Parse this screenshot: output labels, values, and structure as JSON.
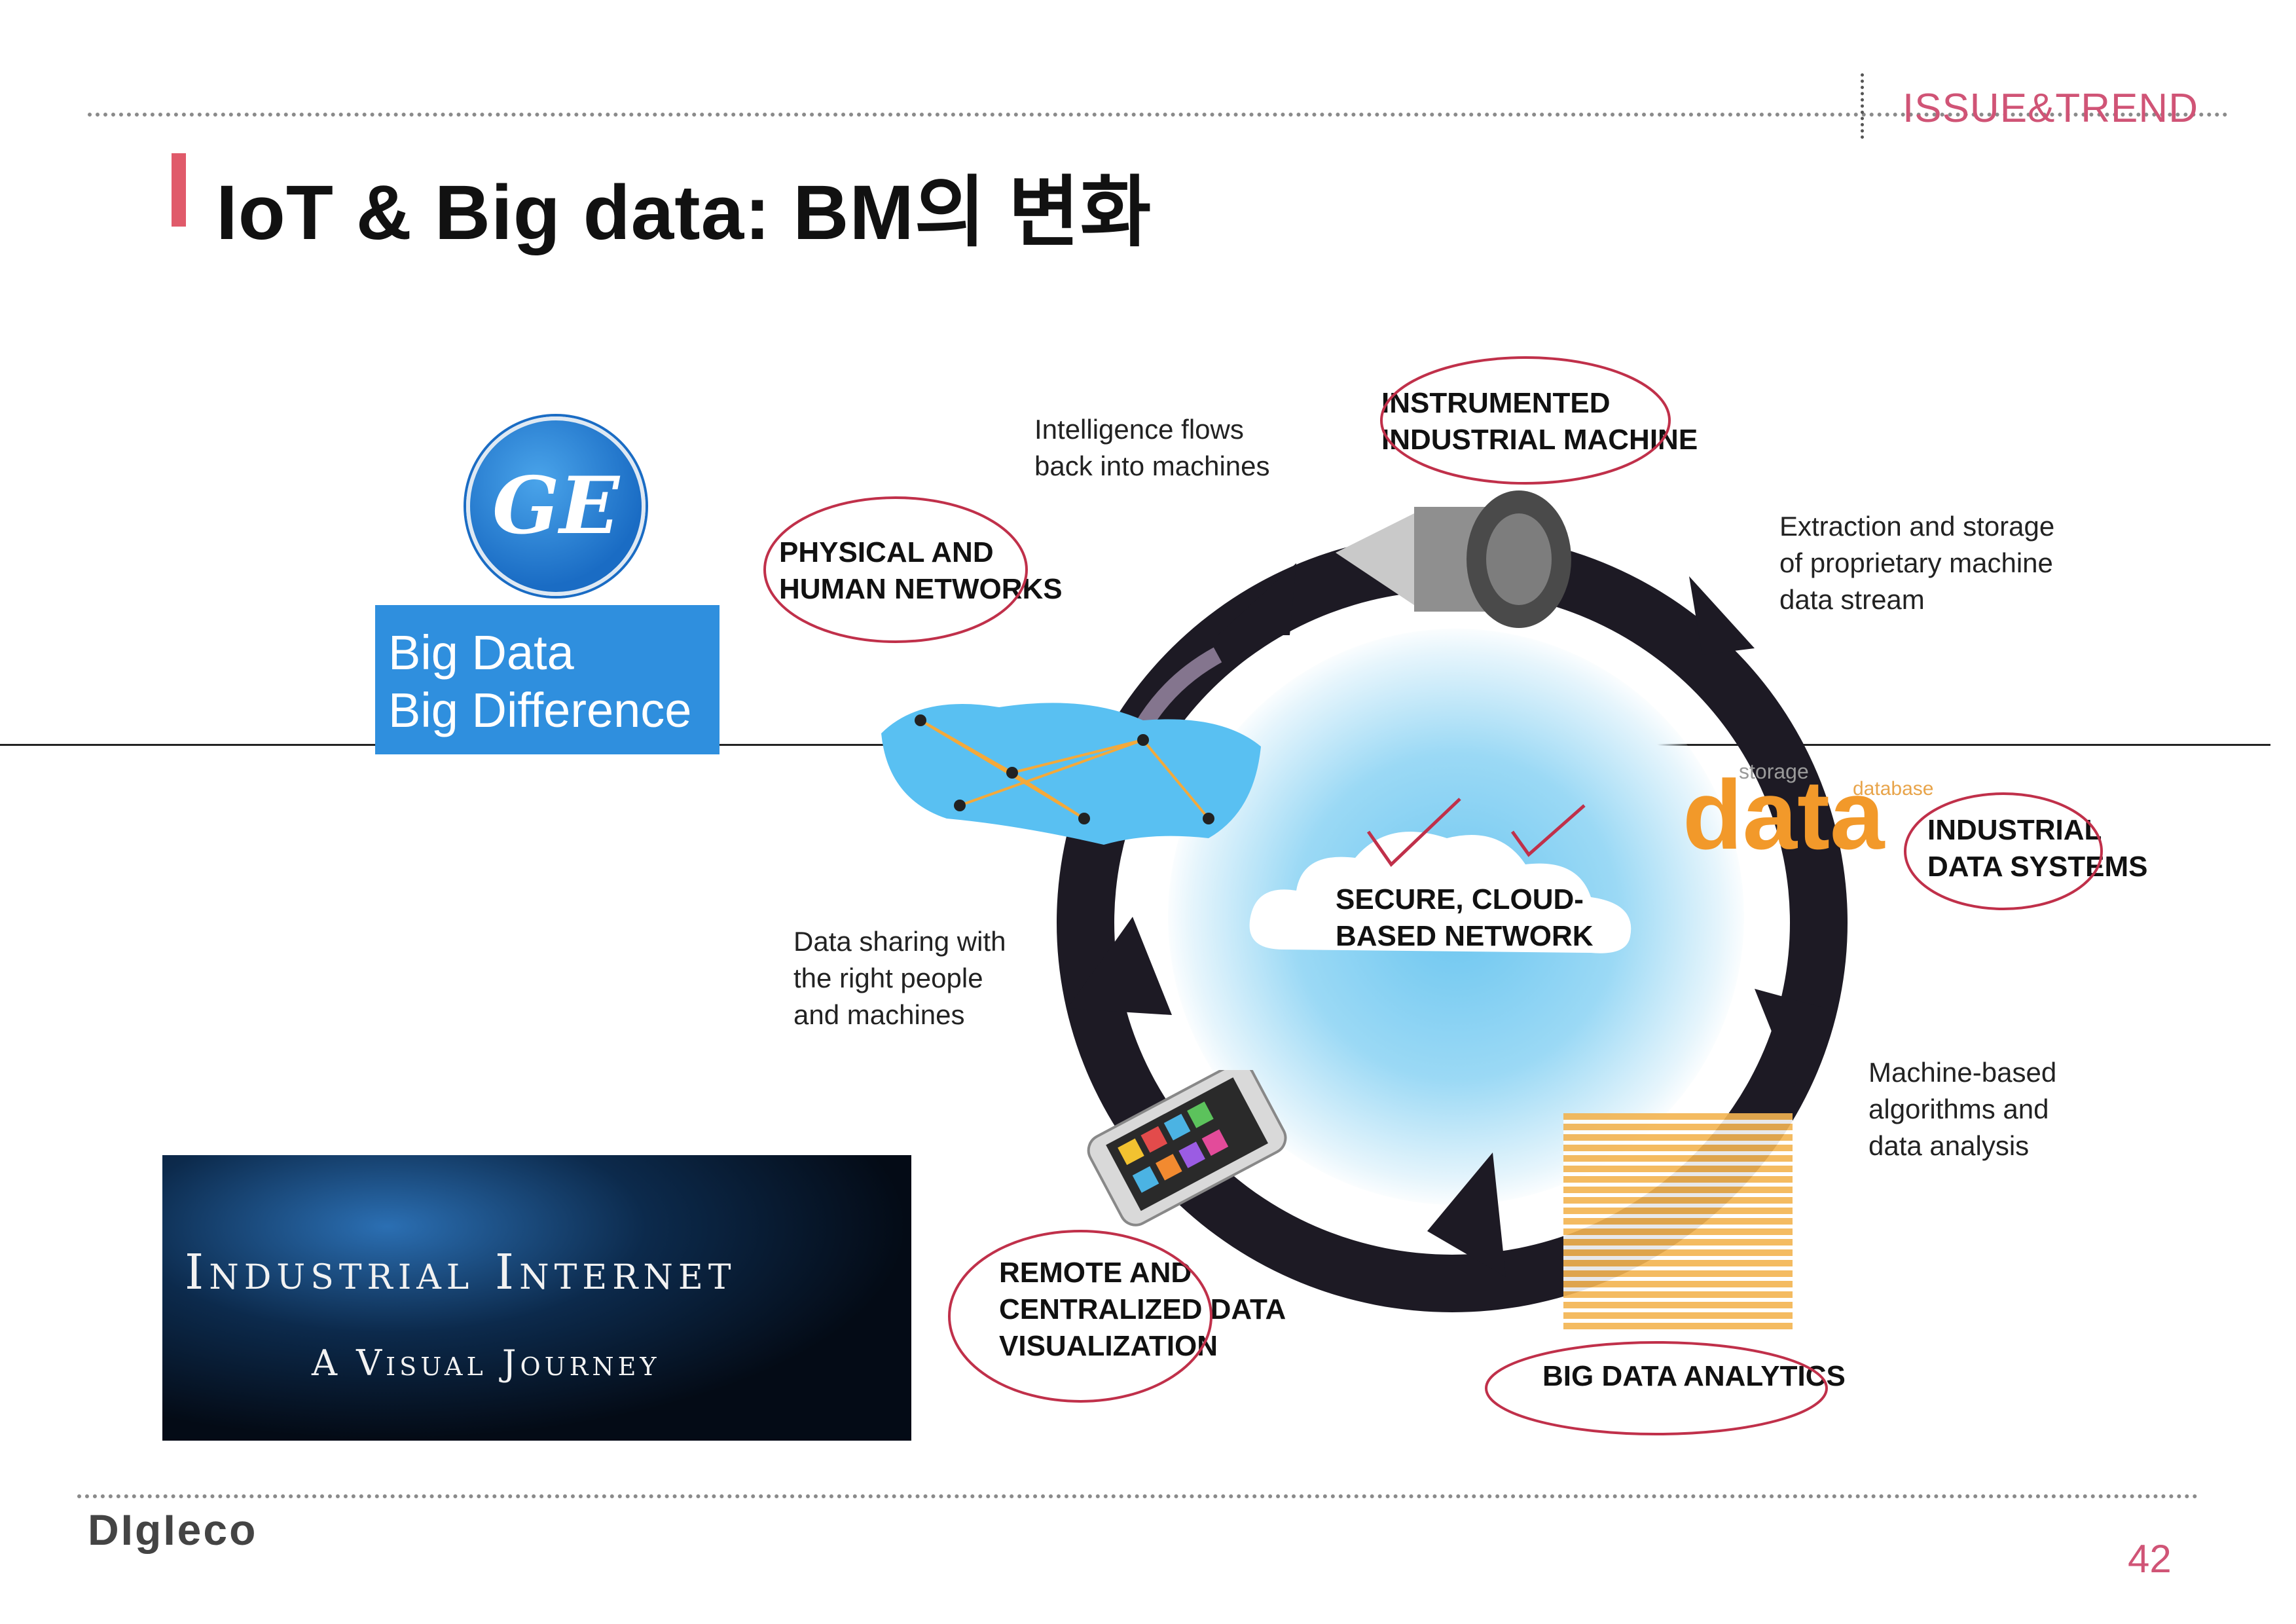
{
  "header": {
    "section_tag": "ISSUE&TREND",
    "title": "IoT & Big data: BM의 변화"
  },
  "left": {
    "ge_logo_text": "GE",
    "ge_box_line1": "Big Data",
    "ge_box_line2": "Big Difference",
    "industrial_internet_title": "Industrial Internet",
    "industrial_internet_subtitle": "A Visual Journey"
  },
  "diagram": {
    "nodes": {
      "instrumented": [
        "INSTRUMENTED",
        "INDUSTRIAL MACHINE"
      ],
      "physical": [
        "PHYSICAL AND",
        "HUMAN NETWORKS"
      ],
      "industrial_data": [
        "INDUSTRIAL",
        "DATA SYSTEMS"
      ],
      "cloud": [
        "SECURE, CLOUD-",
        "BASED NETWORK"
      ],
      "remote": [
        "REMOTE AND",
        "CENTRALIZED DATA",
        "VISUALIZATION"
      ],
      "big_data": [
        "BIG DATA ANALYTICS"
      ]
    },
    "notes": {
      "intelligence": [
        "Intelligence flows",
        "back into machines"
      ],
      "extraction": [
        "Extraction and storage",
        "of proprietary machine",
        "data stream"
      ],
      "sharing": [
        "Data sharing with",
        "the right people",
        "and machines"
      ],
      "algorithms": [
        "Machine-based",
        "algorithms and",
        "data analysis"
      ]
    },
    "data_graphic_word": "data",
    "data_graphic_small": [
      "storage",
      "database"
    ]
  },
  "footer": {
    "brand": "DIgIeco",
    "page_number": "42"
  }
}
